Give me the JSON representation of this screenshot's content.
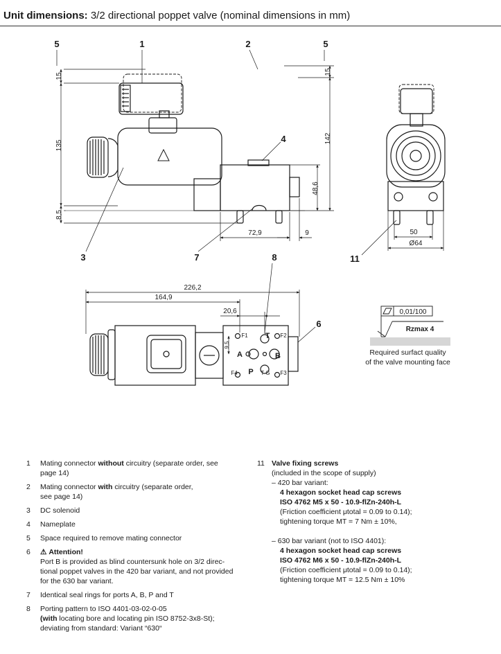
{
  "title": {
    "bold": "Unit dimensions:",
    "rest": " 3/2 directional poppet valve (nominal dimensions in mm)"
  },
  "callouts": {
    "c1": "1",
    "c2": "2",
    "c5a": "5",
    "c5b": "5",
    "c4": "4",
    "c3": "3",
    "c7": "7",
    "c11": "11",
    "c8": "8",
    "c6": "6"
  },
  "dims": {
    "d15a": "15",
    "d135": "135",
    "d8_5": "8,5",
    "d15b": "15",
    "d142": "142",
    "d48_6": "48,6",
    "d72_9": "72,9",
    "d9": "9",
    "d50": "50",
    "d64": "Ø64",
    "d226_2": "226,2",
    "d164_9": "164,9",
    "d20_6": "20,6",
    "d9_5": "9,5"
  },
  "ports": {
    "t": "T",
    "a": "A",
    "b": "B",
    "p": "P",
    "f1": "F1",
    "f2": "F2",
    "f3": "F3",
    "f4": "F4",
    "tg": "T G"
  },
  "surface": {
    "flatness": "0,01/100",
    "roughness": "Rzmax  4",
    "caption_line1": "Required surfact quality",
    "caption_line2": "of the valve mounting face"
  },
  "legend_left": [
    {
      "num": "1",
      "pre": "Mating connector ",
      "bold": "without",
      "post": " circuitry (separate order, see",
      "cont": "page 14)"
    },
    {
      "num": "2",
      "pre": "Mating connector ",
      "bold": "with",
      "post": " circuitry (separate order,",
      "cont": "see page 14)"
    },
    {
      "num": "3",
      "text": "DC solenoid"
    },
    {
      "num": "4",
      "text": "Nameplate"
    },
    {
      "num": "5",
      "text": "Space required to remove mating connector"
    },
    {
      "num": "6",
      "heading": "Attention!",
      "lines": [
        "Port B is provided as blind countersunk hole on 3/2 direc-",
        "tional poppet valves in the 420 bar variant, and not provided",
        "for the 630 bar variant."
      ]
    },
    {
      "num": "7",
      "text": "Identical seal rings for ports A, B, P and T"
    },
    {
      "num": "8",
      "text": "Porting pattern to ISO 4401-03-02-0-05",
      "line2_bold": "(with",
      "line2_rest": " locating bore and locating pin ISO 8752-3x8-St);",
      "line3": "deviating from standard: Variant “630“"
    }
  ],
  "legend_right": {
    "num": "11",
    "heading": "Valve fixing screws",
    "sub": "(included in the scope of supply)",
    "v420": {
      "label": "– 420 bar variant:",
      "b1": "4 hexagon socket head cap screws",
      "b2": "ISO 4762 M5 x 50 - 10.9-flZn-240h-L",
      "fric": "(Friction coefficient μtotal = 0.09 to 0.14);",
      "torque": "tightening torque MT = 7 Nm ± 10%,"
    },
    "v630": {
      "label": "– 630 bar variant (not to ISO 4401):",
      "b1": "4 hexagon socket head cap screws",
      "b2": "ISO 4762 M6 x 50 - 10.9-flZn-240h-L",
      "fric": "(Friction coefficient μtotal = 0.09 to 0.14);",
      "torque": "tightening torque MT = 12.5 Nm ± 10%"
    }
  }
}
